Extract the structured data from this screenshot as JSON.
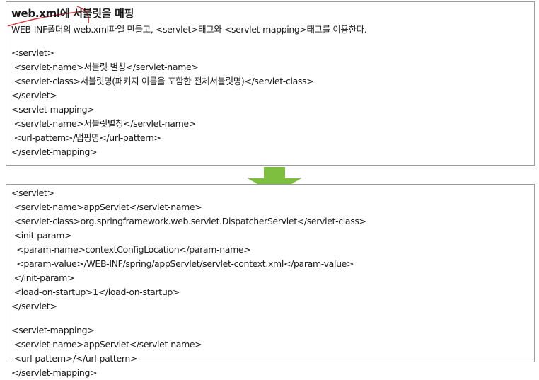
{
  "header": {
    "title": "web.xml에 서블릿을 매핑",
    "description": "WEB-INF폴더의 web.xml파일 만들고, <servlet>태그와 <servlet-mapping>태그를 이용한다."
  },
  "template_code": [
    "<servlet>",
    " <servlet-name>서블릿 별칭</servlet-name>",
    " <servlet-class>서블릿명(패키지 이름을 포함한 전체서블릿명)</servlet-class>",
    "</servlet>",
    "<servlet-mapping>",
    " <servlet-name>서블릿별칭</servlet-name>",
    " <url-pattern>/맵핑명</url-pattern>",
    "</servlet-mapping>"
  ],
  "example_code": [
    "<servlet>",
    " <servlet-name>appServlet</servlet-name>",
    " <servlet-class>org.springframework.web.servlet.DispatcherServlet</servlet-class>",
    " <init-param>",
    "  <param-name>contextConfigLocation</param-name>",
    "  <param-value>/WEB-INF/spring/appServlet/servlet-context.xml</param-value>",
    " </init-param>",
    " <load-on-startup>1</load-on-startup>",
    "</servlet>",
    "",
    "<servlet-mapping>",
    " <servlet-name>appServlet</servlet-name>",
    " <url-pattern>/</url-pattern>",
    "</servlet-mapping>"
  ],
  "colors": {
    "arrow": "#7fbf3f",
    "annotation": "#d9363e",
    "border": "#9a9a9a"
  },
  "icons": {
    "arrow": "down-arrow-icon"
  }
}
